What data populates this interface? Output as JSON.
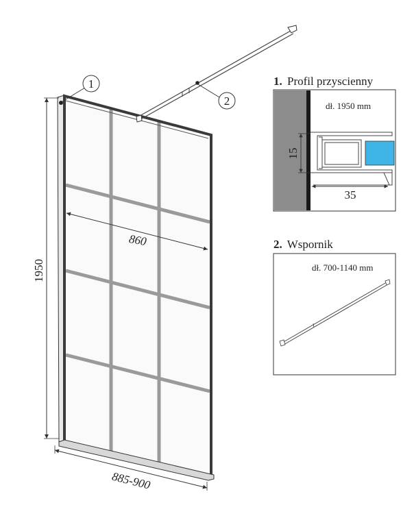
{
  "dimensions": {
    "height": "1950",
    "glass_width": "860",
    "total_width": "885-900"
  },
  "callouts": {
    "one": "1",
    "two": "2"
  },
  "detail_profile": {
    "number": "1.",
    "title": "Profil przyscienny",
    "length": "dł. 1950 mm",
    "dim_height": "15",
    "dim_width": "35"
  },
  "detail_bracket": {
    "number": "2.",
    "title": "Wspornik",
    "length": "dł. 700-1140 mm"
  },
  "colors": {
    "frame": "#3a3a3a",
    "grid_bar": "#9a9a9a",
    "wall": "#8c8c8c",
    "glass_insert": "#3fb4e6"
  }
}
